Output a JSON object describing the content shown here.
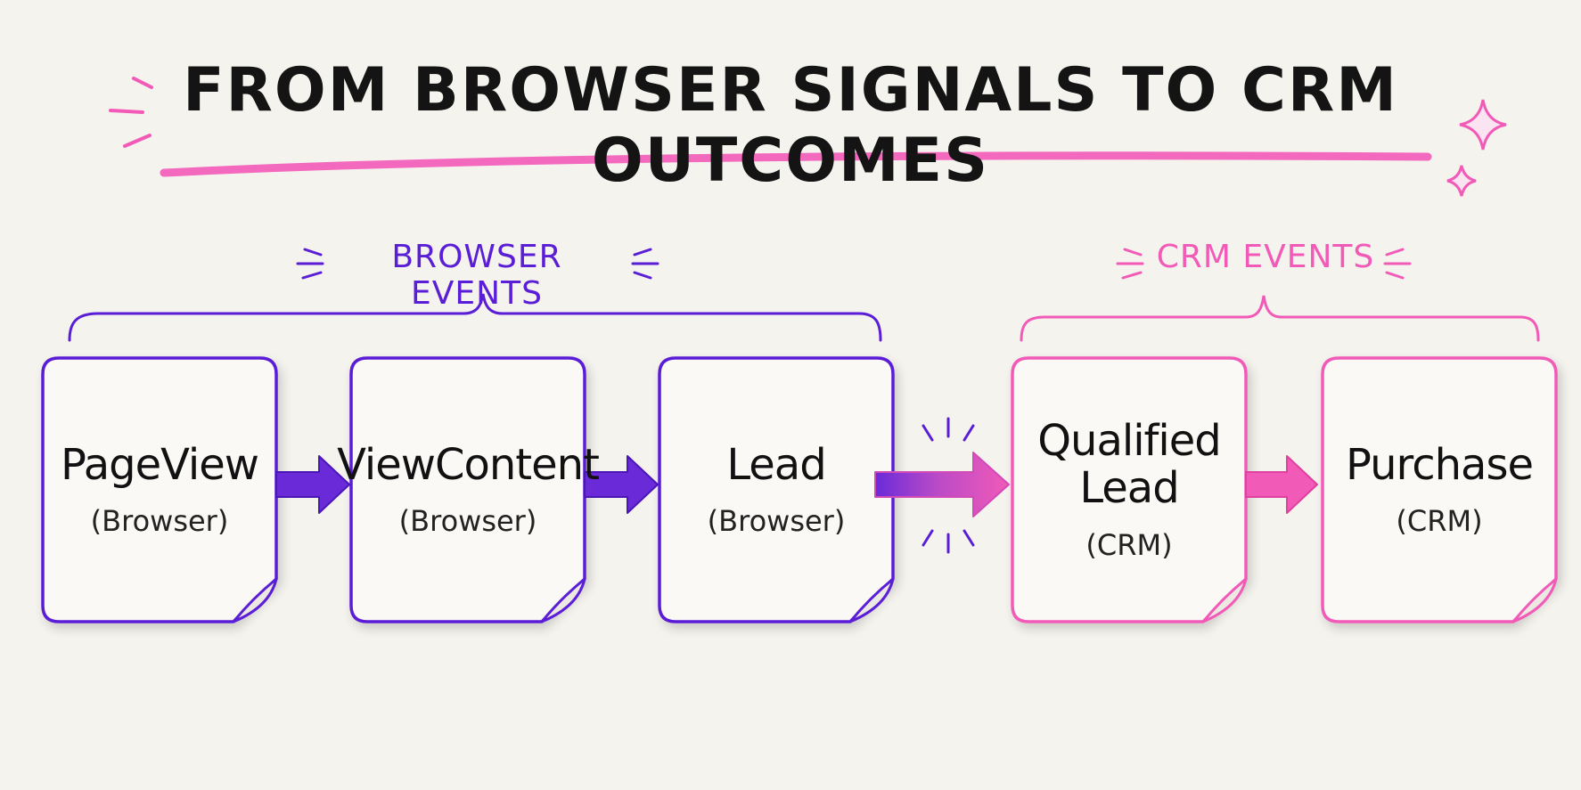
{
  "title": "From Browser Signals to CRM Outcomes",
  "groups": {
    "browser": {
      "label": "Browser Events",
      "color": "#5a1ed6"
    },
    "crm": {
      "label": "CRM Events",
      "color": "#f25ab8"
    }
  },
  "accent_color": "#f25ab8",
  "steps": [
    {
      "name": "PageView",
      "source": "(Browser)"
    },
    {
      "name": "ViewContent",
      "source": "(Browser)"
    },
    {
      "name": "Lead",
      "source": "(Browser)"
    },
    {
      "name": "Qualified Lead",
      "source": "(CRM)"
    },
    {
      "name": "Purchase",
      "source": "(CRM)"
    }
  ]
}
